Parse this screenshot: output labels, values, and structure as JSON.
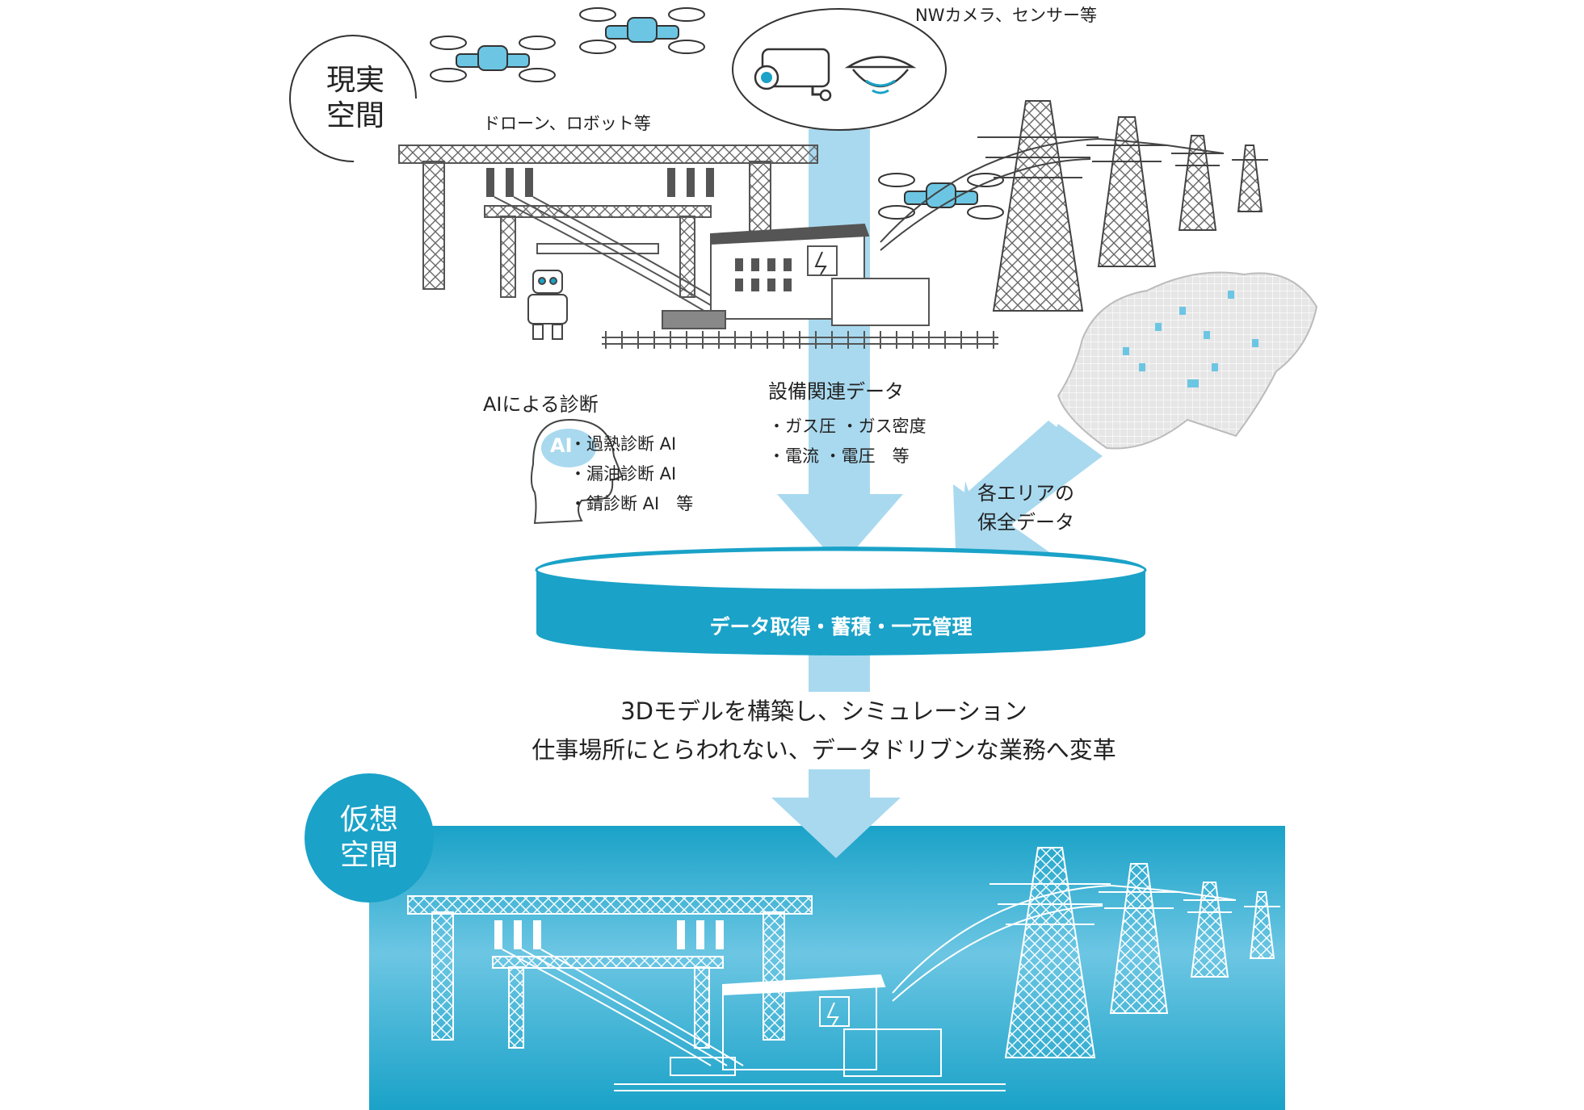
{
  "real_space_label": [
    "現実",
    "空間"
  ],
  "virtual_space_label": [
    "仮想",
    "空間"
  ],
  "drone_caption": "ドローン、ロボット等",
  "camera_caption": "NWカメラ、センサー等",
  "ai_section": {
    "title": "AIによる診断",
    "badge": "AI",
    "items": [
      "・過熱診断 AI",
      "・漏油診断 AI",
      "・錆診断 AI　等"
    ]
  },
  "equipment_data": {
    "title": "設備関連データ",
    "items": [
      "・ガス圧 ・ガス密度",
      "・電流 ・電圧　等"
    ]
  },
  "area_data": [
    "各エリアの",
    "保全データ"
  ],
  "central_band": "データ取得・蓄積・一元管理",
  "summary": [
    "3Dモデルを構築し、シミュレーション",
    "仕事場所にとらわれない、データドリブンな業務へ変革"
  ],
  "colors": {
    "accent": "#1aa2c8",
    "arrow": "#a9d9ef",
    "virtual_bg": "#3bb3d6"
  }
}
